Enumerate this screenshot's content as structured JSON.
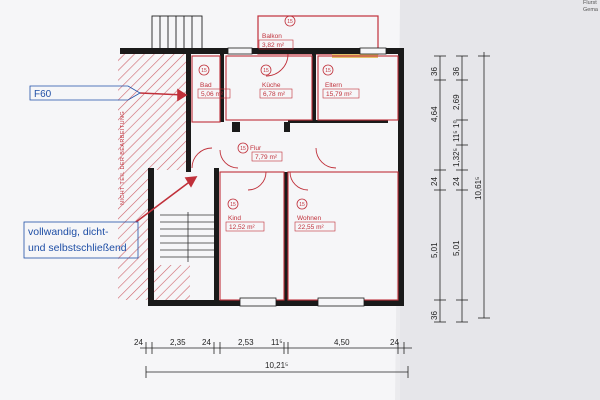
{
  "header": {
    "line1": "Flurst",
    "line2": "Gema"
  },
  "marker_number": "15",
  "rooms": {
    "balkon": {
      "name": "Balkon",
      "area": "3,82 m²"
    },
    "bad": {
      "name": "Bad",
      "area": "5,06 m²"
    },
    "kueche": {
      "name": "Küche",
      "area": "6,78 m²"
    },
    "eltern": {
      "name": "Eltern",
      "area": "15,79 m²"
    },
    "flur": {
      "name": "Flur",
      "area": "7,79 m²"
    },
    "kind": {
      "name": "Kind",
      "area": "12,52 m²"
    },
    "wohnen": {
      "name": "Wohnen",
      "area": "22,55 m²"
    }
  },
  "notes": {
    "stair_side": "NICHT TEIL DER BEARBEITUNG",
    "fire_rating": "F60",
    "door_spec": [
      "vollwandig, dicht-",
      "und selbstschließend"
    ]
  },
  "dimensions": {
    "bottom": [
      "24",
      "2,35",
      "24",
      "2,53",
      "11⁵",
      "4,50",
      "24"
    ],
    "total": "10,21⁵",
    "right_inner": [
      "36",
      "5,01",
      "24",
      "4,64",
      "36"
    ],
    "right_mid": [
      "5,01",
      "24",
      "1,32⁵",
      "11⁵",
      "1⁰",
      "2,69",
      "36"
    ],
    "right_total": "10,61⁵"
  },
  "colors": {
    "plan_red": "#c0303a",
    "wall": "#1a1a1a",
    "callout_blue": "#1f4fa6"
  }
}
